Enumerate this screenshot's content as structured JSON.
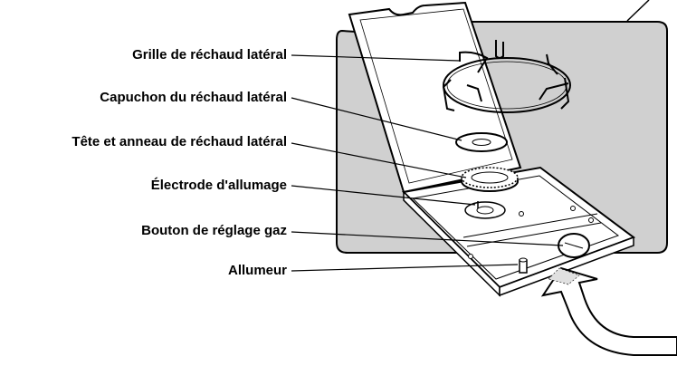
{
  "labels": {
    "grate": "Grille de réchaud latéral",
    "cap": "Capuchon du réchaud latéral",
    "head": "Tête et anneau de réchaud latéral",
    "electrode": "Électrode d'allumage",
    "knob": "Bouton de réglage gaz",
    "igniter": "Allumeur"
  },
  "colors": {
    "cabinet": "#d0d0d0",
    "outline": "#000000",
    "paper": "#ffffff",
    "text": "#000000"
  }
}
